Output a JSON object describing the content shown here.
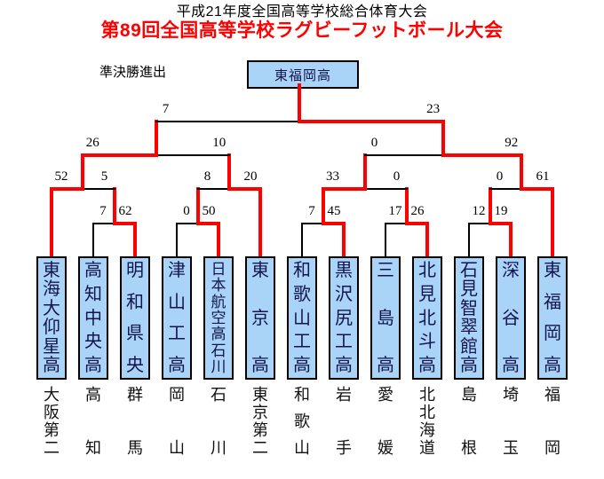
{
  "title": {
    "line1": "平成21年度全国高等学校総合体育大会",
    "line2": "第89回全国高等学校ラグビーフットボール大会"
  },
  "header": {
    "advance_label": "準決勝進出",
    "champion": "東福岡高"
  },
  "colors": {
    "win_path_red": "#ff0000",
    "line_black": "#000000",
    "box_fill_blue": "#a9d4f7",
    "box_border": "#000000",
    "team_text": "#14144e",
    "subtitle_red": "#ff0000"
  },
  "teams": [
    {
      "name": "東海大仰星高",
      "prefecture": "大阪第二"
    },
    {
      "name": "高知中央高",
      "prefecture": "高知"
    },
    {
      "name": "明和県央",
      "prefecture": "群馬"
    },
    {
      "name": "津山工高",
      "prefecture": "岡山"
    },
    {
      "name": "日本航空高石川",
      "prefecture": "石川"
    },
    {
      "name": "東京高",
      "prefecture": "東京第二"
    },
    {
      "name": "和歌山工高",
      "prefecture": "和歌山"
    },
    {
      "name": "黒沢尻工高",
      "prefecture": "岩手"
    },
    {
      "name": "三島高",
      "prefecture": "愛媛"
    },
    {
      "name": "北見北斗高",
      "prefecture": "北北海道"
    },
    {
      "name": "石見智翠館高",
      "prefecture": "島根"
    },
    {
      "name": "深谷高",
      "prefecture": "埼玉"
    },
    {
      "name": "東福岡高",
      "prefecture": "福岡"
    }
  ],
  "matches": [
    {
      "id": "M1",
      "round": 1,
      "left": {
        "team": 1
      },
      "right": {
        "team": 2
      },
      "score_left": "7",
      "score_right": "62",
      "winner": "right"
    },
    {
      "id": "M3",
      "round": 1,
      "left": {
        "team": 3
      },
      "right": {
        "team": 4
      },
      "score_left": "0",
      "score_right": "50",
      "winner": "right"
    },
    {
      "id": "M5",
      "round": 1,
      "left": {
        "team": 6
      },
      "right": {
        "team": 7
      },
      "score_left": "7",
      "score_right": "45",
      "winner": "right"
    },
    {
      "id": "M6",
      "round": 1,
      "left": {
        "team": 8
      },
      "right": {
        "team": 9
      },
      "score_left": "17",
      "score_right": "26",
      "winner": "right"
    },
    {
      "id": "M8",
      "round": 1,
      "left": {
        "team": 10
      },
      "right": {
        "team": 11
      },
      "score_left": "12",
      "score_right": "19",
      "winner": "right"
    },
    {
      "id": "M2",
      "round": 2,
      "left": {
        "team": 0
      },
      "right": {
        "match": "M1"
      },
      "score_left": "52",
      "score_right": "5",
      "winner": "left"
    },
    {
      "id": "M4",
      "round": 2,
      "left": {
        "match": "M3"
      },
      "right": {
        "team": 5
      },
      "score_left": "8",
      "score_right": "20",
      "winner": "right"
    },
    {
      "id": "M7",
      "round": 2,
      "left": {
        "match": "M5"
      },
      "right": {
        "match": "M6"
      },
      "score_left": "33",
      "score_right": "0",
      "winner": "left"
    },
    {
      "id": "M9",
      "round": 2,
      "left": {
        "match": "M8"
      },
      "right": {
        "team": 12
      },
      "score_left": "0",
      "score_right": "61",
      "winner": "right"
    },
    {
      "id": "QF1",
      "round": 3,
      "left": {
        "match": "M2"
      },
      "right": {
        "match": "M4"
      },
      "score_left": "26",
      "score_right": "10",
      "winner": "left"
    },
    {
      "id": "QF2",
      "round": 3,
      "left": {
        "match": "M7"
      },
      "right": {
        "match": "M9"
      },
      "score_left": "0",
      "score_right": "92",
      "winner": "right"
    },
    {
      "id": "SF",
      "round": 4,
      "left": {
        "match": "QF1"
      },
      "right": {
        "match": "QF2"
      },
      "score_left": "7",
      "score_right": "23",
      "winner": "right"
    }
  ]
}
